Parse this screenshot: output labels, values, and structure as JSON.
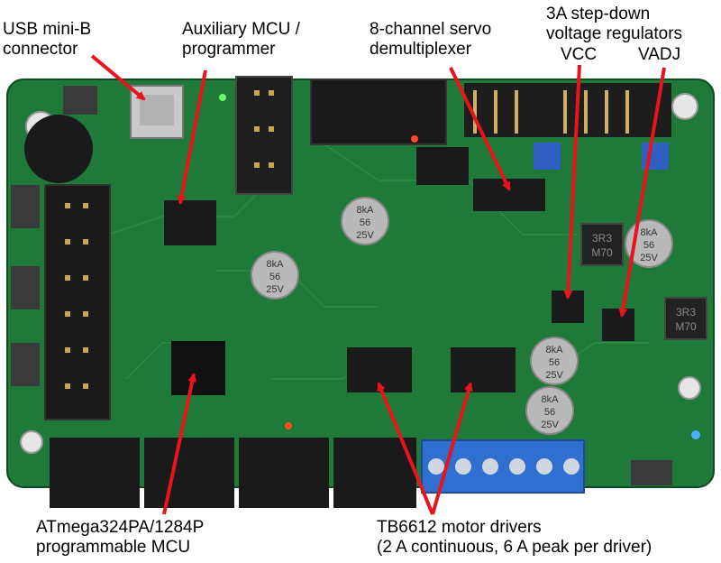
{
  "labels": {
    "usb": [
      "USB mini-B",
      "connector"
    ],
    "aux_mcu": [
      "Auxiliary MCU /",
      "programmer"
    ],
    "servo": [
      "8-channel servo",
      "demultiplexer"
    ],
    "regulators": [
      "3A step-down",
      "voltage regulators"
    ],
    "vcc": "VCC",
    "vadj": "VADJ",
    "main_mcu": [
      "ATmega324PA/1284P",
      "programmable MCU"
    ],
    "motor": [
      "TB6612 motor drivers",
      "(2 A continuous, 6 A peak per driver)"
    ]
  },
  "chip_markings": {
    "cap_a": [
      "8kA",
      "56",
      "25V"
    ],
    "cap_b": [
      "8kA",
      "56",
      "25V"
    ],
    "cap_c": [
      "8kA",
      "56",
      "25V"
    ],
    "cap_d": [
      "8kA",
      "56",
      "25V"
    ],
    "cap_e": [
      "8kA",
      "56",
      "25V"
    ],
    "inductor_a": [
      "3R3",
      "M70"
    ],
    "inductor_b": [
      "3R3",
      "M70"
    ]
  },
  "colors": {
    "pcb": "#1f7a3a",
    "pcb_dark": "#145a2a",
    "arrow": "#e8141c",
    "terminal": "#2f6fd0"
  }
}
